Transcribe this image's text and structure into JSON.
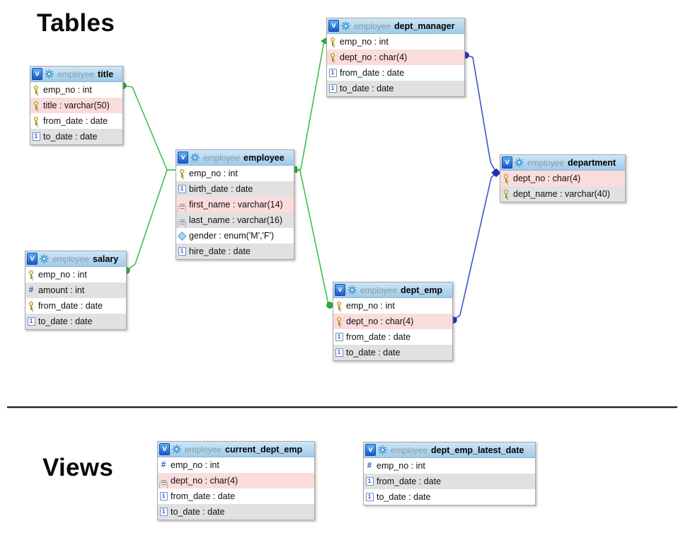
{
  "headings": {
    "tables": "Tables",
    "views": "Views"
  },
  "badge": {
    "glyph": "v"
  },
  "colors": {
    "row_pink": "#fbdcdc",
    "row_gray": "#e1e1e1",
    "header_top": "#cde6f6",
    "header_bottom": "#9fcbe8",
    "badge_blue": "#1b57cc",
    "gear_blue": "#4d9fd6",
    "key_gold": "#a08c28",
    "relation_green": "#3fc24d",
    "relation_blue": "#4055c8"
  },
  "entities": [
    {
      "name": "title",
      "schema": "employee",
      "kind": "table",
      "columns": [
        {
          "icon": "key-icon",
          "bg": "white",
          "text": "emp_no : int"
        },
        {
          "icon": "key-icon",
          "bg": "pink",
          "text": "title : varchar(50)"
        },
        {
          "icon": "key-icon",
          "bg": "white",
          "text": "from_date : date"
        },
        {
          "icon": "date-icon",
          "bg": "gray",
          "text": "to_date : date"
        }
      ]
    },
    {
      "name": "salary",
      "schema": "employee",
      "kind": "table",
      "columns": [
        {
          "icon": "key-icon",
          "bg": "white",
          "text": "emp_no : int"
        },
        {
          "icon": "number-icon",
          "bg": "gray",
          "text": "amount : int"
        },
        {
          "icon": "key-icon",
          "bg": "white",
          "text": "from_date : date"
        },
        {
          "icon": "date-icon",
          "bg": "gray",
          "text": "to_date : date"
        }
      ]
    },
    {
      "name": "employee",
      "schema": "employee",
      "kind": "table",
      "columns": [
        {
          "icon": "key-icon",
          "bg": "white",
          "text": "emp_no : int"
        },
        {
          "icon": "date-icon",
          "bg": "gray",
          "text": "birth_date : date"
        },
        {
          "icon": "text-icon",
          "bg": "pink",
          "text": "first_name : varchar(14)"
        },
        {
          "icon": "text-icon",
          "bg": "gray",
          "text": "last_name : varchar(16)"
        },
        {
          "icon": "enum-icon",
          "bg": "white",
          "text": "gender : enum('M','F')"
        },
        {
          "icon": "date-icon",
          "bg": "gray",
          "text": "hire_date : date"
        }
      ]
    },
    {
      "name": "dept_manager",
      "schema": "employee",
      "kind": "table",
      "columns": [
        {
          "icon": "key-icon",
          "bg": "white",
          "text": "emp_no : int"
        },
        {
          "icon": "key-icon",
          "bg": "pink",
          "text": "dept_no : char(4)"
        },
        {
          "icon": "date-icon",
          "bg": "white",
          "text": "from_date : date"
        },
        {
          "icon": "date-icon",
          "bg": "gray",
          "text": "to_date : date"
        }
      ]
    },
    {
      "name": "dept_emp",
      "schema": "employee",
      "kind": "table",
      "columns": [
        {
          "icon": "key-icon",
          "bg": "white",
          "text": "emp_no : int"
        },
        {
          "icon": "key-icon",
          "bg": "pink",
          "text": "dept_no : char(4)"
        },
        {
          "icon": "date-icon",
          "bg": "white",
          "text": "from_date : date"
        },
        {
          "icon": "date-icon",
          "bg": "gray",
          "text": "to_date : date"
        }
      ]
    },
    {
      "name": "department",
      "schema": "employee",
      "kind": "table",
      "columns": [
        {
          "icon": "key-icon",
          "bg": "pink",
          "text": "dept_no : char(4)"
        },
        {
          "icon": "key-icon",
          "bg": "gray",
          "text": "dept_name : varchar(40)"
        }
      ]
    },
    {
      "name": "current_dept_emp",
      "schema": "employee",
      "kind": "view",
      "columns": [
        {
          "icon": "number-icon",
          "bg": "white",
          "text": "emp_no : int"
        },
        {
          "icon": "text-icon",
          "bg": "pink",
          "text": "dept_no : char(4)"
        },
        {
          "icon": "date-icon",
          "bg": "white",
          "text": "from_date : date"
        },
        {
          "icon": "date-icon",
          "bg": "gray",
          "text": "to_date : date"
        }
      ]
    },
    {
      "name": "dept_emp_latest_date",
      "schema": "employee",
      "kind": "view",
      "columns": [
        {
          "icon": "number-icon",
          "bg": "white",
          "text": "emp_no : int"
        },
        {
          "icon": "date-icon",
          "bg": "gray",
          "text": "from_date : date"
        },
        {
          "icon": "date-icon",
          "bg": "white",
          "text": "to_date : date"
        }
      ]
    }
  ],
  "relations": [
    {
      "from": "title",
      "to": "employee",
      "color": "green"
    },
    {
      "from": "salary",
      "to": "employee",
      "color": "green"
    },
    {
      "from": "employee",
      "to": "dept_manager",
      "color": "green"
    },
    {
      "from": "employee",
      "to": "dept_emp",
      "color": "green"
    },
    {
      "from": "dept_manager",
      "to": "department",
      "color": "blue"
    },
    {
      "from": "dept_emp",
      "to": "department",
      "color": "blue"
    }
  ]
}
